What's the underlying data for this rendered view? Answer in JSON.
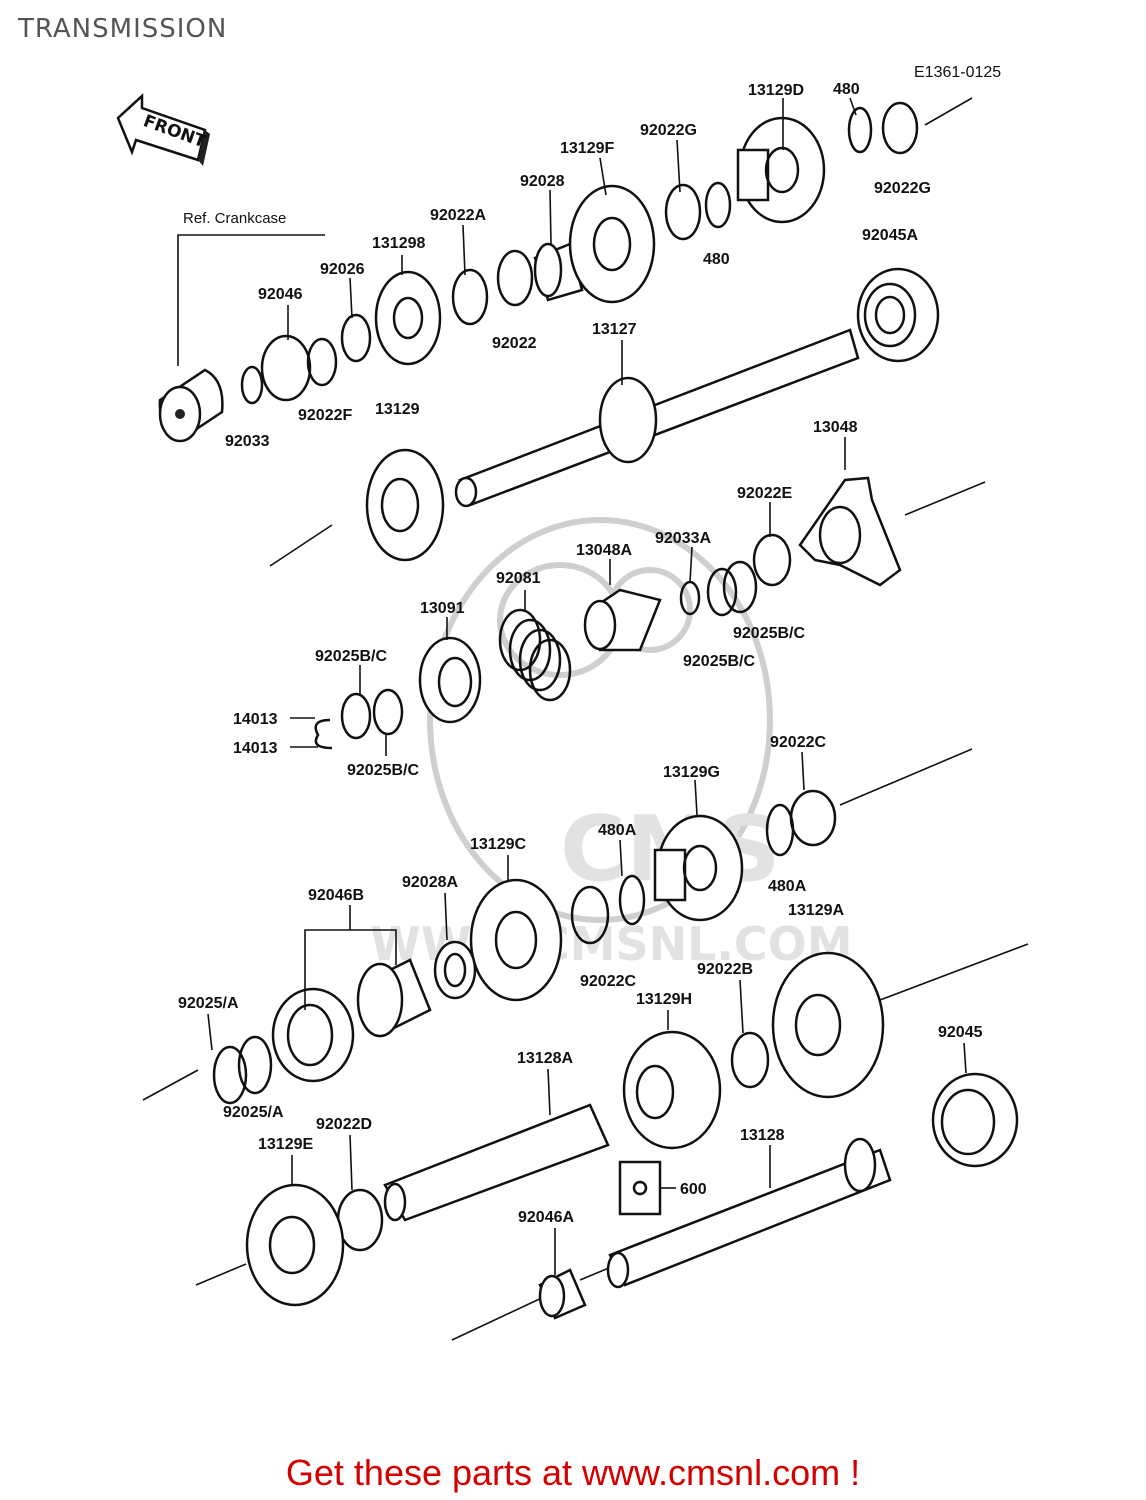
{
  "page": {
    "title": "TRANSMISSION",
    "diagram_code": "E1361-0125",
    "footer_text": "Get these parts at www.cmsnl.com !"
  },
  "watermark": {
    "text": "WWW.CMSNL.COM",
    "brand": "CMS"
  },
  "front_arrow": {
    "label": "FRONT"
  },
  "reference": {
    "label": "Ref. Crankcase"
  },
  "labels": {
    "p13129D": "13129D",
    "p480_top": "480",
    "p92022G_top": "92022G",
    "p13129F": "13129F",
    "p92028": "92028",
    "p92022G_right": "92022G",
    "p480_mid": "480",
    "p92045A": "92045A",
    "p92022A": "92022A",
    "p131298": "131298",
    "p92026": "92026",
    "p92046": "92046",
    "p92022": "92022",
    "p13127": "13127",
    "p92022F": "92022F",
    "p92033": "92033",
    "p13129": "13129",
    "p13048": "13048",
    "p92022E": "92022E",
    "p92033A": "92033A",
    "p13048A": "13048A",
    "p92081": "92081",
    "p13091": "13091",
    "p92025BC_right1": "92025B/C",
    "p92025BC_right2": "92025B/C",
    "p92025BC_left_top": "92025B/C",
    "p14013_a": "14013",
    "p14013_b": "14013",
    "p92025BC_left_bottom": "92025B/C",
    "p92022C_top": "92022C",
    "p13129G": "13129G",
    "p480A_left": "480A",
    "p13129C": "13129C",
    "p92028A": "92028A",
    "p92046B": "92046B",
    "p480A_right": "480A",
    "p13129A": "13129A",
    "p92022C_mid": "92022C",
    "p92022B": "92022B",
    "p13129H": "13129H",
    "p92025A_top": "92025/A",
    "p92025A_bottom": "92025/A",
    "p13128A": "13128A",
    "p92045": "92045",
    "p92022D": "92022D",
    "p13129E": "13129E",
    "p600": "600",
    "p13128": "13128",
    "p92046A": "92046A"
  }
}
